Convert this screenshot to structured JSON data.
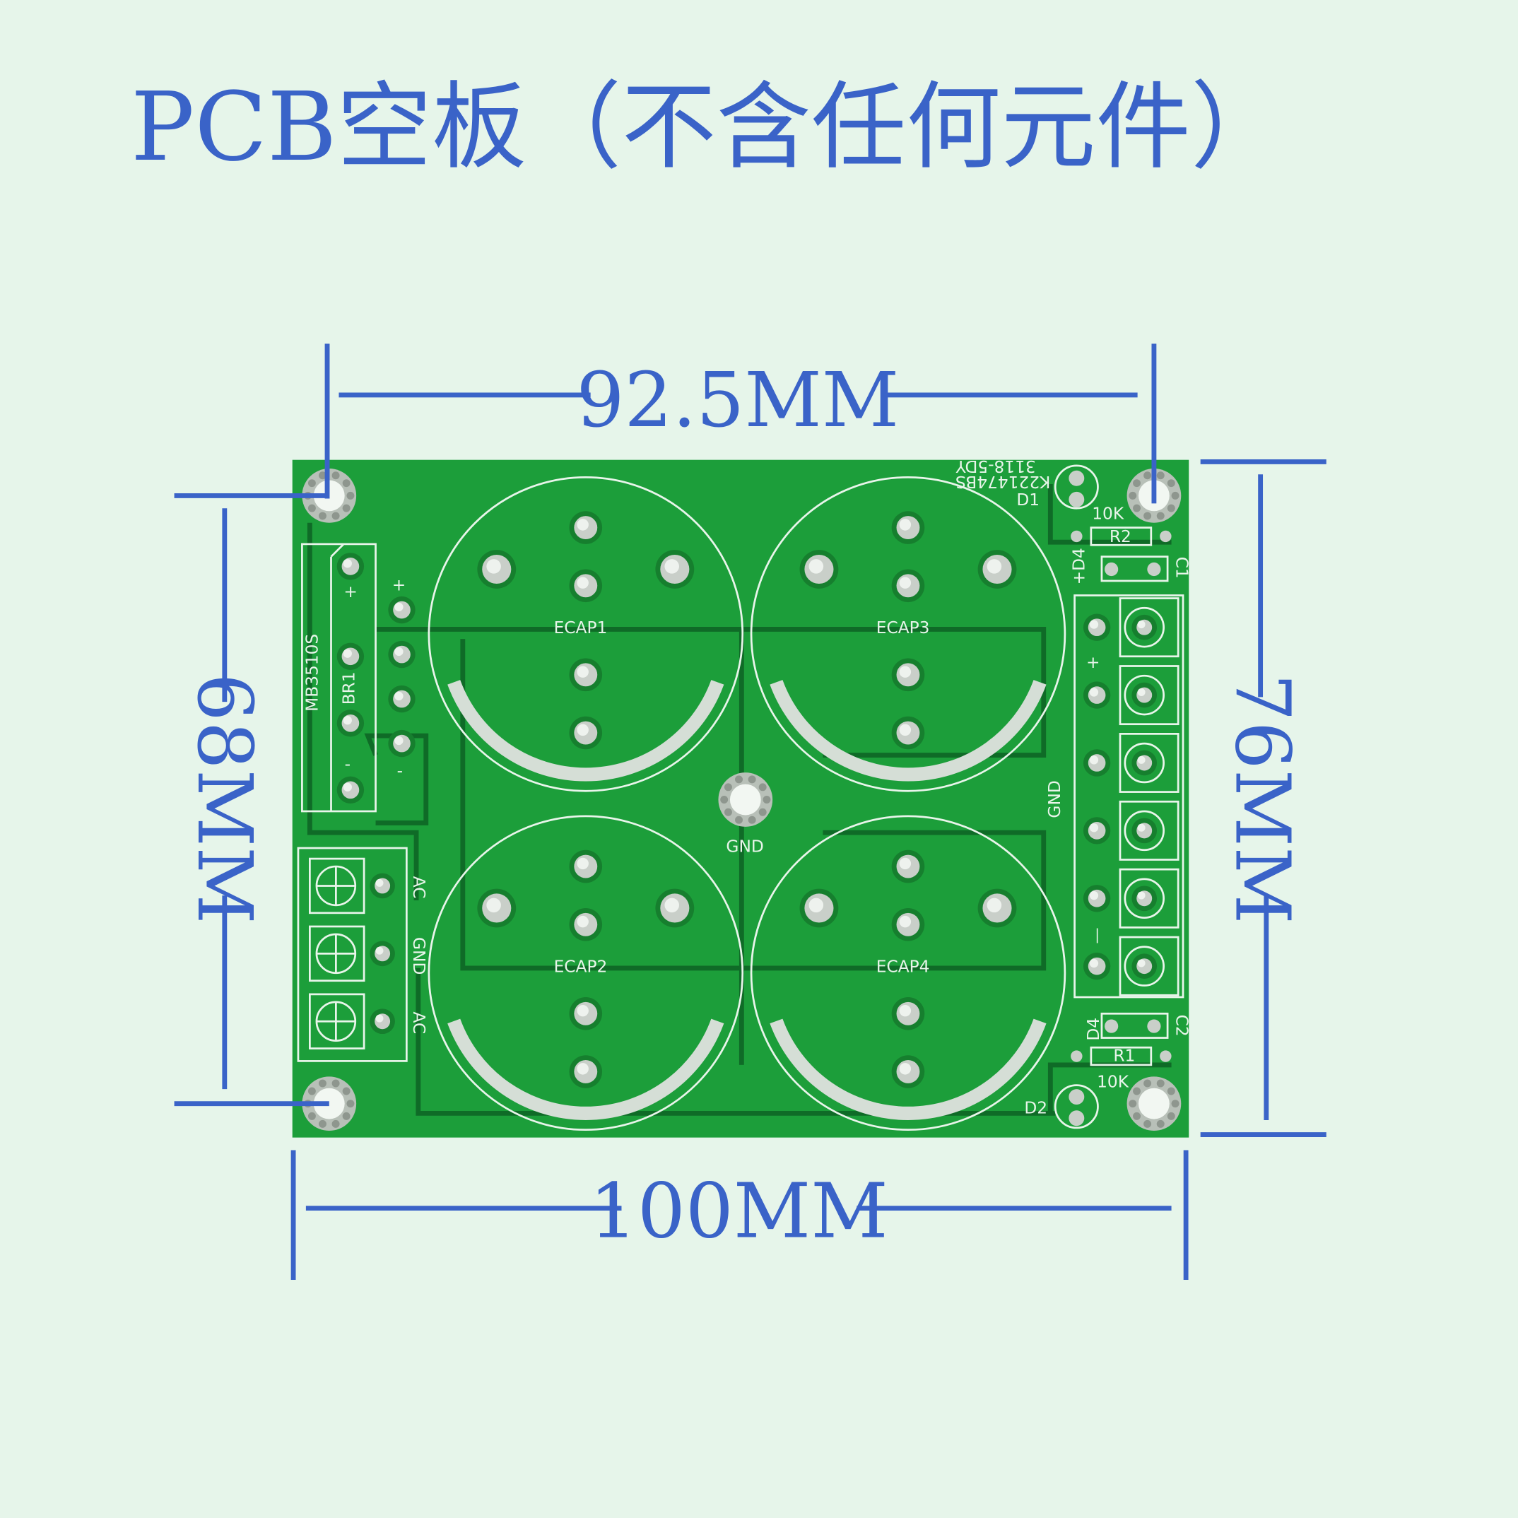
{
  "title": "PCB空板（不含任何元件）",
  "dimensions": {
    "top": "92.5MM",
    "bottom": "100MM",
    "left": "68MM",
    "right": "76MM"
  },
  "colors": {
    "background": "#e6f5ea",
    "accent": "#3a63c8",
    "pcb": "#1c9e3a"
  },
  "pcb": {
    "capacitors": [
      "ECAP1",
      "ECAP3",
      "ECAP2",
      "ECAP4"
    ],
    "center_label": "GND",
    "bridge": {
      "part": "MB3510S",
      "ref": "BR1",
      "plus": "+",
      "minus": "-",
      "plus2": "+",
      "minus2": "-"
    },
    "input_labels": [
      "AC",
      "GND",
      "AC"
    ],
    "output_labels": {
      "plus": "+",
      "gnd": "GND",
      "minus": "—"
    },
    "d1": "D1",
    "d2": "D2",
    "r2": "R2",
    "r2_value": "10K",
    "r1": "R1",
    "r1_value": "10K",
    "c1": "C1",
    "c2": "C2",
    "d4": "+D4",
    "d3": "D4",
    "code1": "K221474BS",
    "code2": "3118-5DY"
  }
}
